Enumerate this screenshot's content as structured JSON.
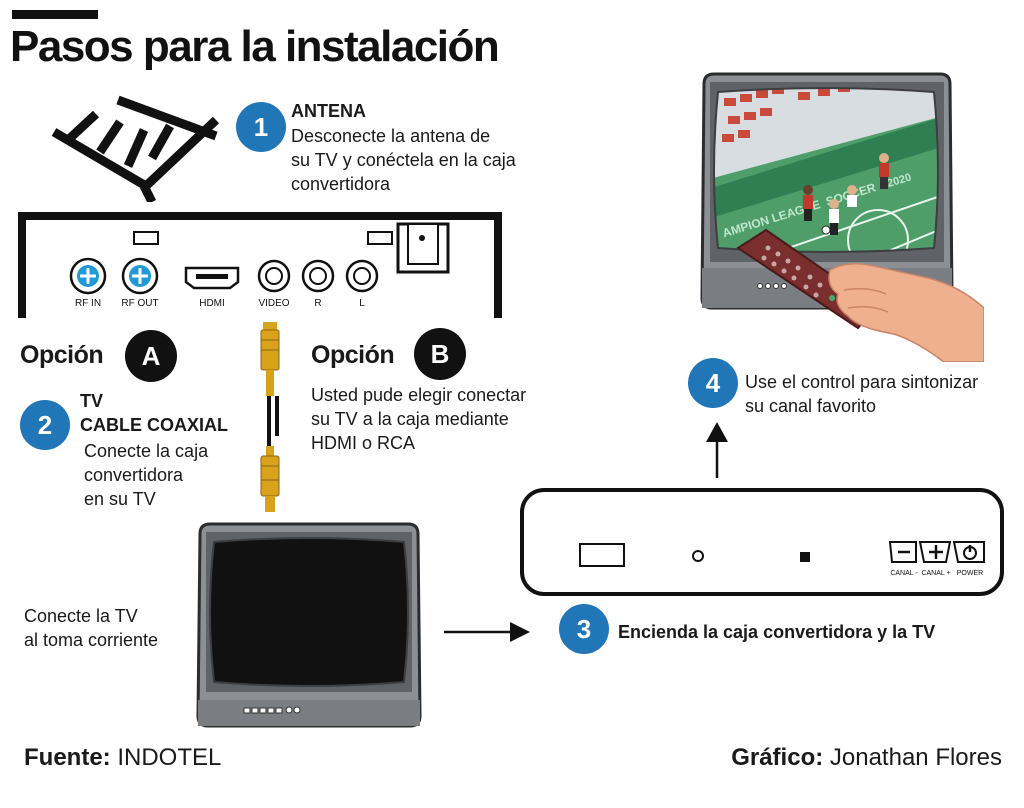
{
  "title": "Pasos para la instalación",
  "step1": {
    "number": "1",
    "heading": "ANTENA",
    "lines": [
      "Desconecte la antena de",
      "su TV y conéctela en la caja",
      "convertidora"
    ]
  },
  "decoder_back": {
    "ports": [
      "RF IN",
      "RF OUT",
      "HDMI",
      "VIDEO",
      "R",
      "L"
    ]
  },
  "optionA": {
    "label": "Opción",
    "letter": "A"
  },
  "optionB": {
    "label": "Opción",
    "letter": "B",
    "lines": [
      "Usted pude elegir conectar",
      "su TV a la caja mediante",
      "HDMI o RCA"
    ]
  },
  "step2": {
    "number": "2",
    "heading1": "TV",
    "heading2": "CABLE COAXIAL",
    "lines": [
      "Conecte la caja",
      "convertidora",
      "en su TV"
    ]
  },
  "tv_power_note": {
    "lines": [
      "Conecte la TV",
      "al toma corriente"
    ]
  },
  "step3": {
    "number": "3",
    "text": "Encienda la caja convertidora y la TV"
  },
  "step4": {
    "number": "4",
    "lines": [
      "Use el control para sintonizar",
      "su canal favorito"
    ]
  },
  "decoder_front": {
    "buttons": [
      "CANAL -",
      "CANAL +",
      "POWER"
    ]
  },
  "tv_screen": {
    "banner_text": "AMPION LEAGUE",
    "soccer_text": "SOCCER",
    "year_text": "2020"
  },
  "footer": {
    "source_label": "Fuente:",
    "source_value": "INDOTEL",
    "credit_label": "Gráfico:",
    "credit_value": "Jonathan Flores"
  },
  "colors": {
    "accent_blue": "#2176b8",
    "dark": "#111111",
    "cable_orange": "#d9a21b",
    "port_blue": "#1e9bd7",
    "field_green": "#4f9e6a"
  }
}
